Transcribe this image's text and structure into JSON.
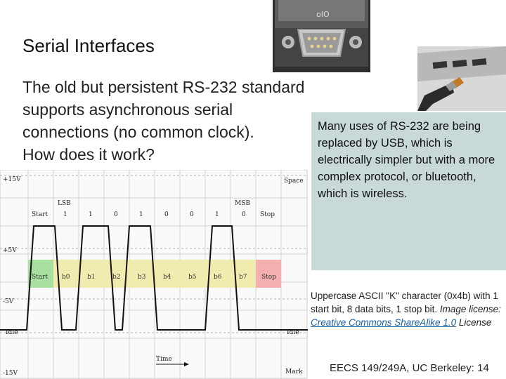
{
  "slide": {
    "title": "Serial Interfaces",
    "body_lines": [
      "The old but persistent RS-232 standard",
      "supports asynchronous serial",
      "connections (no common clock).",
      "How does it work?"
    ],
    "note_text": "Many uses of RS-232 are being replaced by USB, which is electrically simpler but with a more complex protocol, or bluetooth, which is wireless.",
    "caption": {
      "line1": "Uppercase ASCII \"K\" character (0x4b) with 1 start bit, 8 data bits, 1 stop bit.",
      "license_prefix": "Image license: ",
      "license_link": "Creative Commons ShareAlike 1.0",
      "license_suffix": " License"
    },
    "footer": "EECS 149/249A, UC Berkeley: 14"
  },
  "photo_connector": {
    "label": "oIO"
  },
  "diagram": {
    "voltages": [
      "+15V",
      "+5V",
      "-5V",
      "-15V"
    ],
    "space_label": "Space",
    "mark_label": "Mark",
    "idle_label": "Idle",
    "time_label": "Time",
    "lsb_label": "LSB",
    "msb_label": "MSB",
    "bit_headers": [
      "Start",
      "1",
      "1",
      "0",
      "1",
      "0",
      "0",
      "1",
      "0",
      "Stop"
    ],
    "bit_names": [
      "Start",
      "b0",
      "b1",
      "b2",
      "b3",
      "b4",
      "b5",
      "b6",
      "b7",
      "Stop"
    ],
    "colors": {
      "start": "#a8e0a0",
      "data": "#f0ecb0",
      "stop": "#f4b0b0"
    }
  }
}
